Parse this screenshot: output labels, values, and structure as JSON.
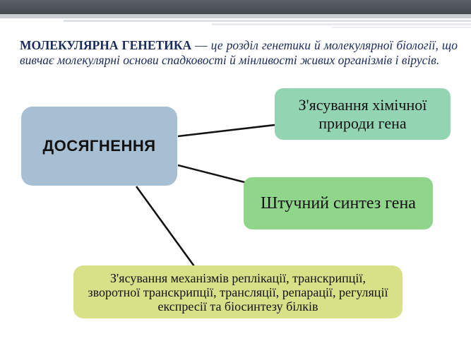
{
  "intro": {
    "term": "МОЛЕКУЛЯРНА ГЕНЕТИКА",
    "dash": " — ",
    "definition": "це розділ генетики й молекулярної біології, що вивчає молекулярні основи спадковості й мінливості живих організмів і вірусів."
  },
  "diagram": {
    "center": "ДОСЯГНЕННЯ",
    "chemical_nature": "З'ясування хімічної природи гена",
    "synthesis": "Штучний синтез гена",
    "mechanisms": "З'ясування механізмів реплікації, транскрипції, зворотної транскрипції, трансляції, репарації, регуляції експресії та біосинтезу білків"
  },
  "colors": {
    "center_box": "#a7bfd3",
    "chemical_box": "#93d4b3",
    "synthesis_box": "#8fd58a",
    "mechanisms_box": "#d8e088",
    "text_accent": "#1a2b5a"
  }
}
